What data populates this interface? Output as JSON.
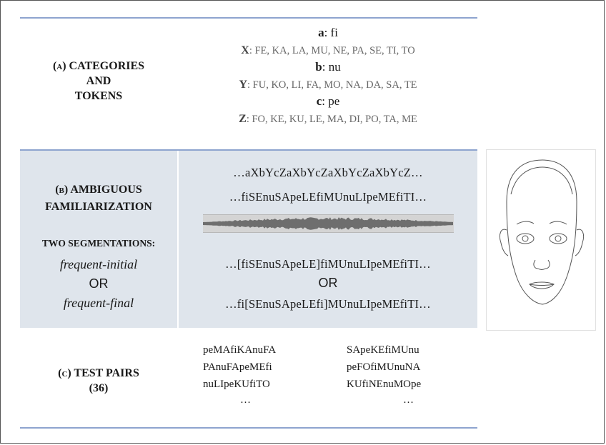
{
  "section_a": {
    "label_lines": [
      "(a) CATEGORIES",
      "AND",
      "TOKENS"
    ],
    "categories": [
      {
        "head_letter": "a",
        "head_value": ": fi",
        "token_letter": "X",
        "tokens": ": FE, KA, LA, MU, NE, PA, SE, TI, TO"
      },
      {
        "head_letter": "b",
        "head_value": ": nu",
        "token_letter": "Y",
        "tokens": ": FU, KO, LI, FA, MO, NA, DA, SA, TE"
      },
      {
        "head_letter": "c",
        "head_value": ": pe",
        "token_letter": "Z",
        "tokens": ": FO, KE, KU, LE, MA, DI, PO, TA, ME"
      }
    ]
  },
  "section_b": {
    "label_lines": [
      "(b) AMBIGUOUS",
      "FAMILIARIZATION"
    ],
    "segmentations_label": "TWO SEGMENTATIONS:",
    "options": [
      "frequent-initial",
      "OR",
      "frequent-final"
    ],
    "pattern_line": "…aXbYcZaXbYcZaXbYcZaXbYcZ…",
    "syllable_line": "…fiSEnuSApeLEfiMUnuLIpeMEfiTI…",
    "initial_line": "…[fiSEnuSApeLE]fiMUnuLIpeMEfiTI…",
    "or_label": "OR",
    "final_line": "…fi[SEnuSApeLEfi]MUnuLIpeMEfiTI…"
  },
  "section_c": {
    "label_lines": [
      "(c) TEST PAIRS",
      "(36)"
    ],
    "left_column": [
      "peMAfiKAnuFA",
      "PAnuFApeMEfi",
      "nuLIpeKUfiTO",
      "…"
    ],
    "right_column": [
      "SApeKEfiMUnu",
      "peFOfiMUnuNA",
      "KUfiNEnuMOpe",
      "…"
    ]
  },
  "colors": {
    "rule": "#8ea4cf",
    "band": "#dfe5ec",
    "token_gray": "#7a7a7a"
  }
}
